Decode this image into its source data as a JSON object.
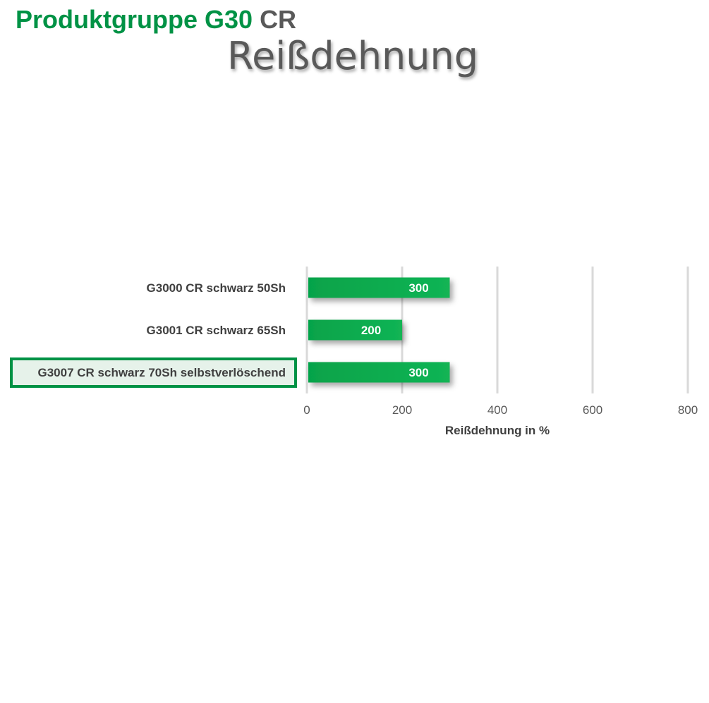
{
  "header": {
    "title_green": "Produktgruppe G30",
    "title_gray": "CR"
  },
  "colors": {
    "brand_green": "#009245",
    "bar_green_light": "#12b454",
    "bar_green_dark": "#06a34a",
    "highlight_fill": "#e6f2ea",
    "grid": "#d9d9d9",
    "text_gray": "#595959"
  },
  "chart_data": {
    "type": "bar",
    "orientation": "horizontal",
    "title": "Reißdehnung",
    "categories": [
      "G3000 CR schwarz 50Sh",
      "G3001 CR schwarz 65Sh",
      "G3007 CR schwarz 70Sh selbstverlöschend"
    ],
    "values": [
      300,
      200,
      300
    ],
    "highlighted_category": "G3007 CR schwarz 70Sh selbstverlöschend",
    "xlabel": "Reißdehnung in %",
    "ylabel": "",
    "xlim": [
      0,
      800
    ],
    "xticks": [
      0,
      200,
      400,
      600,
      800
    ],
    "grid": true,
    "legend": "none"
  }
}
